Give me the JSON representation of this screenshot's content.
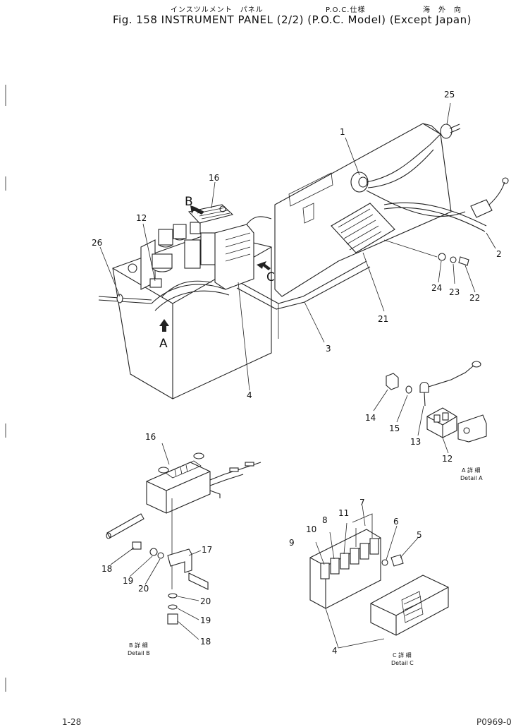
{
  "header": {
    "jp_title": "インスツルメント　パネル",
    "poc_label": "P.O.C.仕様",
    "jp_dest": "海　外　向",
    "title": "Fig. 158   INSTRUMENT  PANEL (2/2) (P.O.C. Model) (Except  Japan)"
  },
  "callouts": {
    "c1": "1",
    "c2": "2",
    "c3": "3",
    "c4": "4",
    "c4b": "4",
    "c5": "5",
    "c6": "6",
    "c7": "7",
    "c8": "8",
    "c9": "9",
    "c10": "10",
    "c11": "11",
    "c12": "12",
    "c12b": "12",
    "c13": "13",
    "c14": "14",
    "c15": "15",
    "c16": "16",
    "c16b": "16",
    "c17": "17",
    "c18": "18",
    "c18b": "18",
    "c19": "19",
    "c19b": "19",
    "c20": "20",
    "c20b": "20",
    "c21": "21",
    "c22": "22",
    "c23": "23",
    "c24": "24",
    "c25": "25",
    "c26": "26"
  },
  "view_letters": {
    "a": "A",
    "b": "B",
    "c": "C"
  },
  "details": {
    "a_jp": "A 詳 細",
    "a_en": "Detail A",
    "b_jp": "B 詳 細",
    "b_en": "Detail B",
    "c_jp": "C 詳 細",
    "c_en": "Detail C"
  },
  "footer": {
    "page": "1-28",
    "code": "P0969-0"
  }
}
